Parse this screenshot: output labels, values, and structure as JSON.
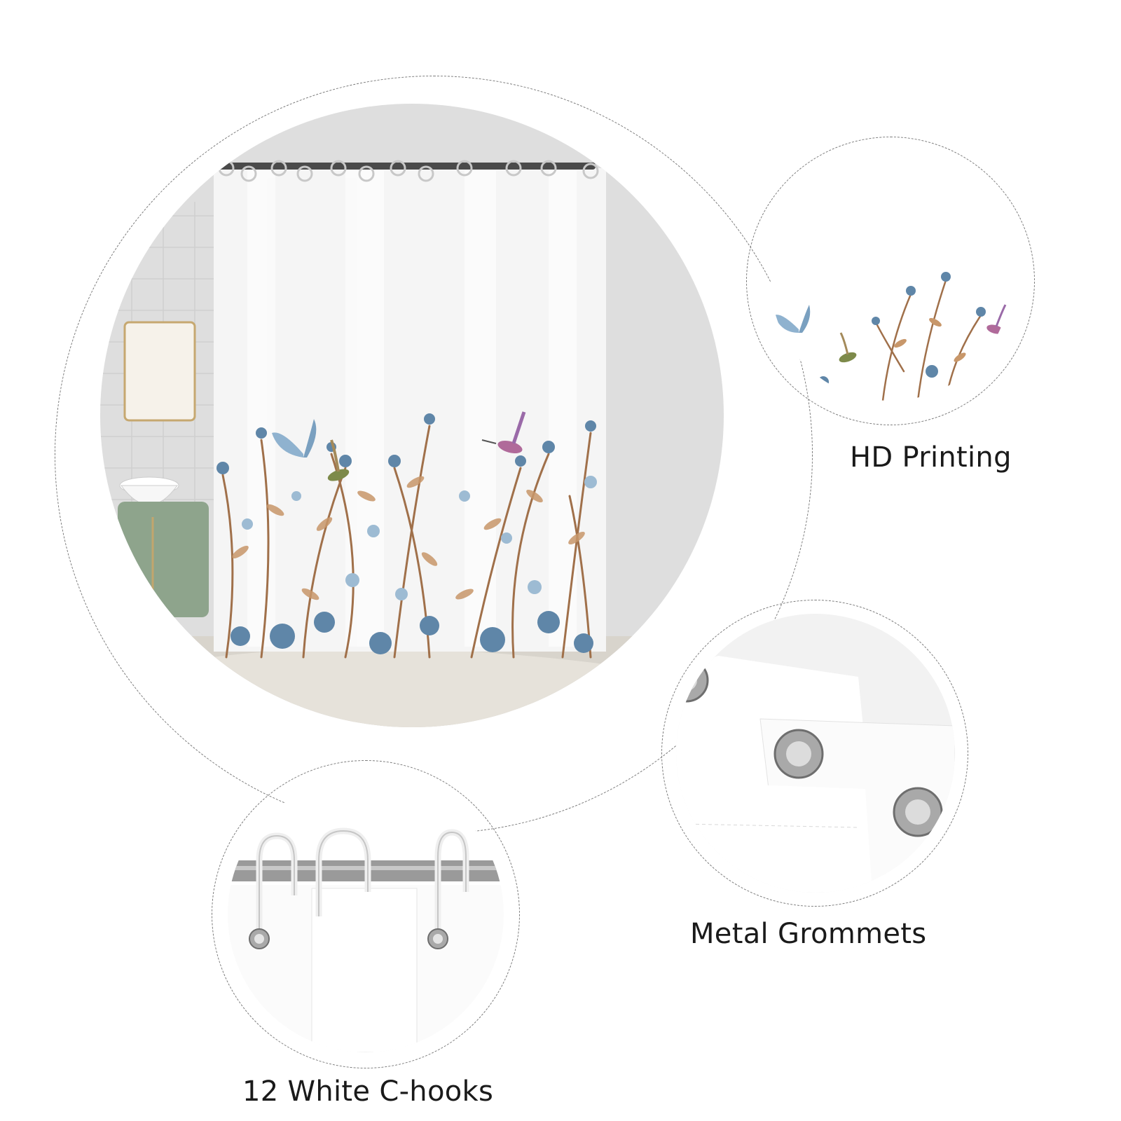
{
  "features": [
    {
      "label": "HD Printing"
    },
    {
      "label": "Metal Grommets"
    },
    {
      "label": "12 White C-hooks"
    }
  ],
  "colors": {
    "ring": "#7a7a7a",
    "curtain": "#f4f4f4",
    "wall": "#dcdcdc",
    "flower_blue": "#5f86a8",
    "branch_brown": "#a0704a",
    "cabinet_green": "#8ea48c"
  }
}
